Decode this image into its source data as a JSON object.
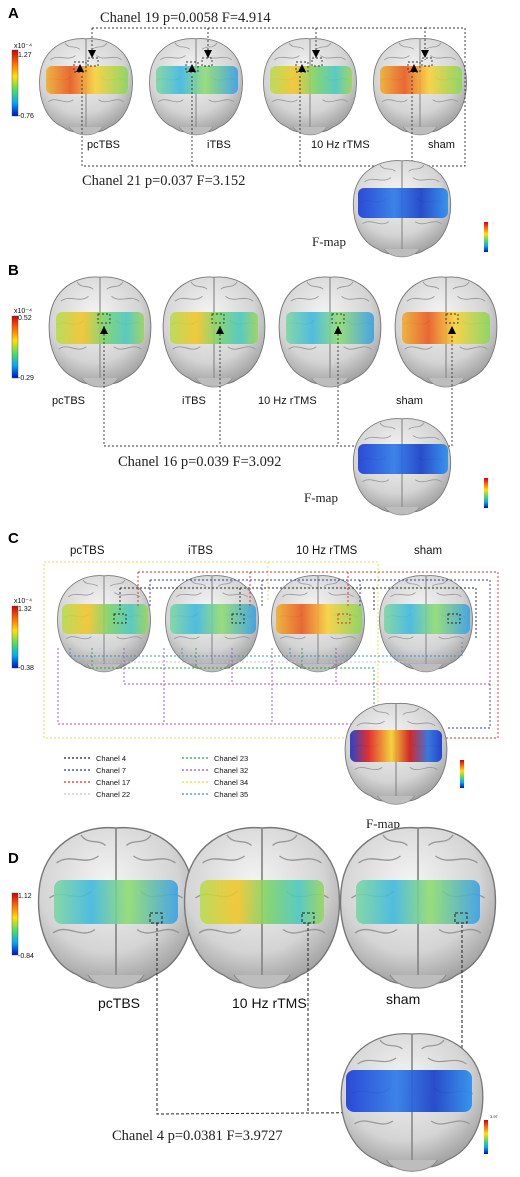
{
  "panels": {
    "A": {
      "letter": "A",
      "top_stat": "Chanel 19  p=0.0058  F=4.914",
      "bottom_stat": "Chanel 21  p=0.037  F=3.152",
      "scale": {
        "exp": "x10⁻⁴",
        "max": "1.27",
        "min": "-0.76"
      },
      "conditions": [
        "pcTBS",
        "iTBS",
        "10 Hz rTMS",
        "sham"
      ],
      "fmap": "F-map"
    },
    "B": {
      "letter": "B",
      "stat": "Chanel 16  p=0.039  F=3.092",
      "scale": {
        "exp": "x10⁻⁴",
        "max": "0.52",
        "min": "-0.29"
      },
      "conditions": [
        "pcTBS",
        "iTBS",
        "10 Hz rTMS",
        "sham"
      ],
      "fmap": "F-map"
    },
    "C": {
      "letter": "C",
      "scale": {
        "exp": "x10⁻⁴",
        "max": "1.32",
        "min": "-0.38"
      },
      "conditions": [
        "pcTBS",
        "iTBS",
        "10 Hz rTMS",
        "sham"
      ],
      "fmap": "F-map",
      "legend": [
        {
          "label": "Chanel 4",
          "color": "#222222"
        },
        {
          "label": "Chanel 7",
          "color": "#2b3a9c"
        },
        {
          "label": "Chanel 17",
          "color": "#d2322d"
        },
        {
          "label": "Chanel 22",
          "color": "#b8c6e0"
        },
        {
          "label": "Chanel 23",
          "color": "#2e9e4f"
        },
        {
          "label": "Chanel 32",
          "color": "#a64ac9"
        },
        {
          "label": "Chanel 34",
          "color": "#e6d84a"
        },
        {
          "label": "Chanel 35",
          "color": "#3f8fd0"
        }
      ]
    },
    "D": {
      "letter": "D",
      "stat": "Chanel 4 p=0.0381 F=3.9727",
      "scale": {
        "max": "1.12",
        "min": "-0.84"
      },
      "conditions": [
        "pcTBS",
        "10 Hz rTMS",
        "sham"
      ],
      "fmap_scale_max": "3.97"
    }
  }
}
